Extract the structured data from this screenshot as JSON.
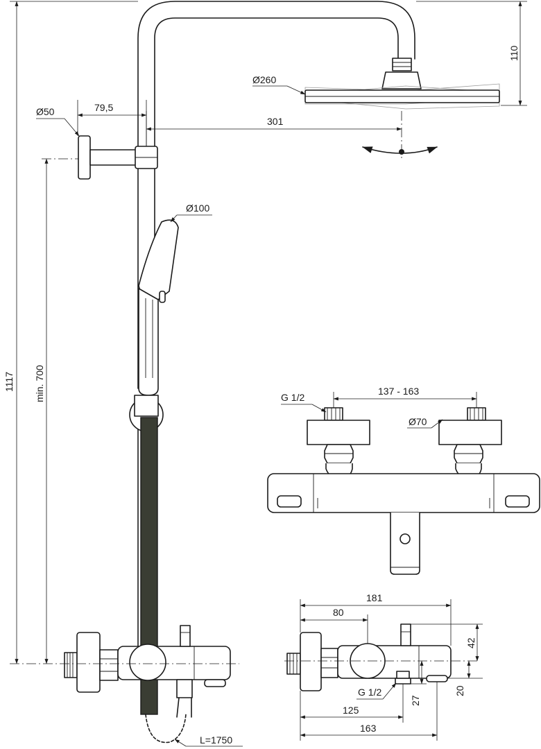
{
  "drawing": {
    "hose_color": "#3a3d33",
    "line_color": "#1a1a1a",
    "labels": {
      "overall_height": "1117",
      "min_height": "min. 700",
      "head_offset": "110",
      "head_diameter": "Ø260",
      "arm_reach": "301",
      "wall_flange_diameter": "Ø50",
      "bracket_offset": "79,5",
      "handshower_diameter": "Ø100",
      "hose_length": "L=1750",
      "inlet_spacing": "137 - 163",
      "inlet_thread": "G 1/2",
      "escutcheon_diameter": "Ø70",
      "depth_181": "181",
      "depth_80": "80",
      "height_42": "42",
      "height_20": "20",
      "outlet_thread": "G 1/2",
      "outlet_27": "27",
      "depth_125": "125",
      "depth_163": "163"
    }
  }
}
